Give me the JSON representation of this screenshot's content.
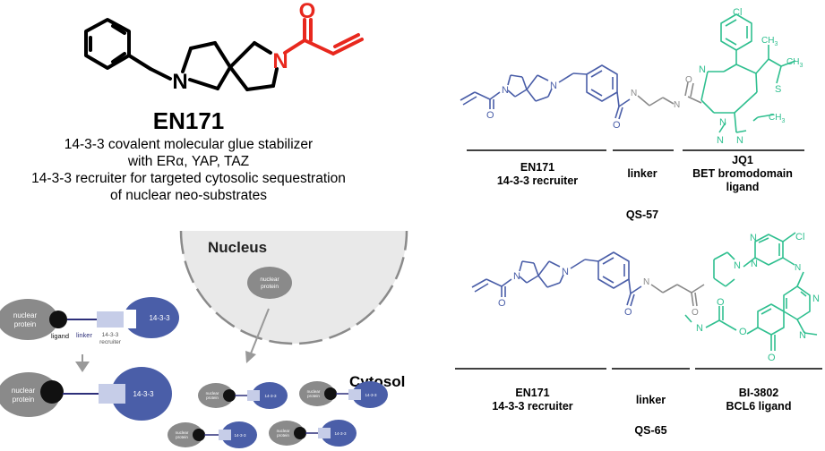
{
  "compound": {
    "name": "EN171",
    "desc_lines": [
      "14-3-3 covalent molecular glue stabilizer",
      "with ERα, YAP, TAZ",
      "14-3-3 recruiter for targeted cytosolic sequestration",
      "of nuclear neo-substrates"
    ]
  },
  "atoms": {
    "O": "O",
    "N": "N",
    "S": "S",
    "Cl": "Cl",
    "CH3": "CH",
    "CH3_sub": "3"
  },
  "cell": {
    "nucleus": "Nucleus",
    "cytosol": "Cytosol"
  },
  "schematic": {
    "nuclear_protein": "nuclear protein",
    "nuclear_line1": "nuclear",
    "nuclear_line2": "protein",
    "ligand": "ligand",
    "linker": "linker",
    "recruiter_line1": "14-3-3",
    "recruiter_line2": "recruiter",
    "fourteen33": "14-3-3"
  },
  "molecules": [
    {
      "name": "QS-57",
      "parts": [
        {
          "line1": "EN171",
          "line2": "14-3-3 recruiter",
          "line3": ""
        },
        {
          "line1": "linker",
          "line2": "",
          "line3": ""
        },
        {
          "line1": "JQ1",
          "line2": "BET bromodomain",
          "line3": "ligand"
        }
      ]
    },
    {
      "name": "QS-65",
      "parts": [
        {
          "line1": "EN171",
          "line2": "14-3-3 recruiter"
        },
        {
          "line1": "linker",
          "line2": ""
        },
        {
          "line1": "BI-3802",
          "line2": "BCL6 ligand"
        }
      ]
    }
  ],
  "colors": {
    "blue": "#4a5ea8",
    "teal": "#2fbf8f",
    "red": "#e8281e",
    "gray": "#8a8a8a",
    "navy": "#2d2f7a",
    "pale_blue": "#c6cde8"
  }
}
